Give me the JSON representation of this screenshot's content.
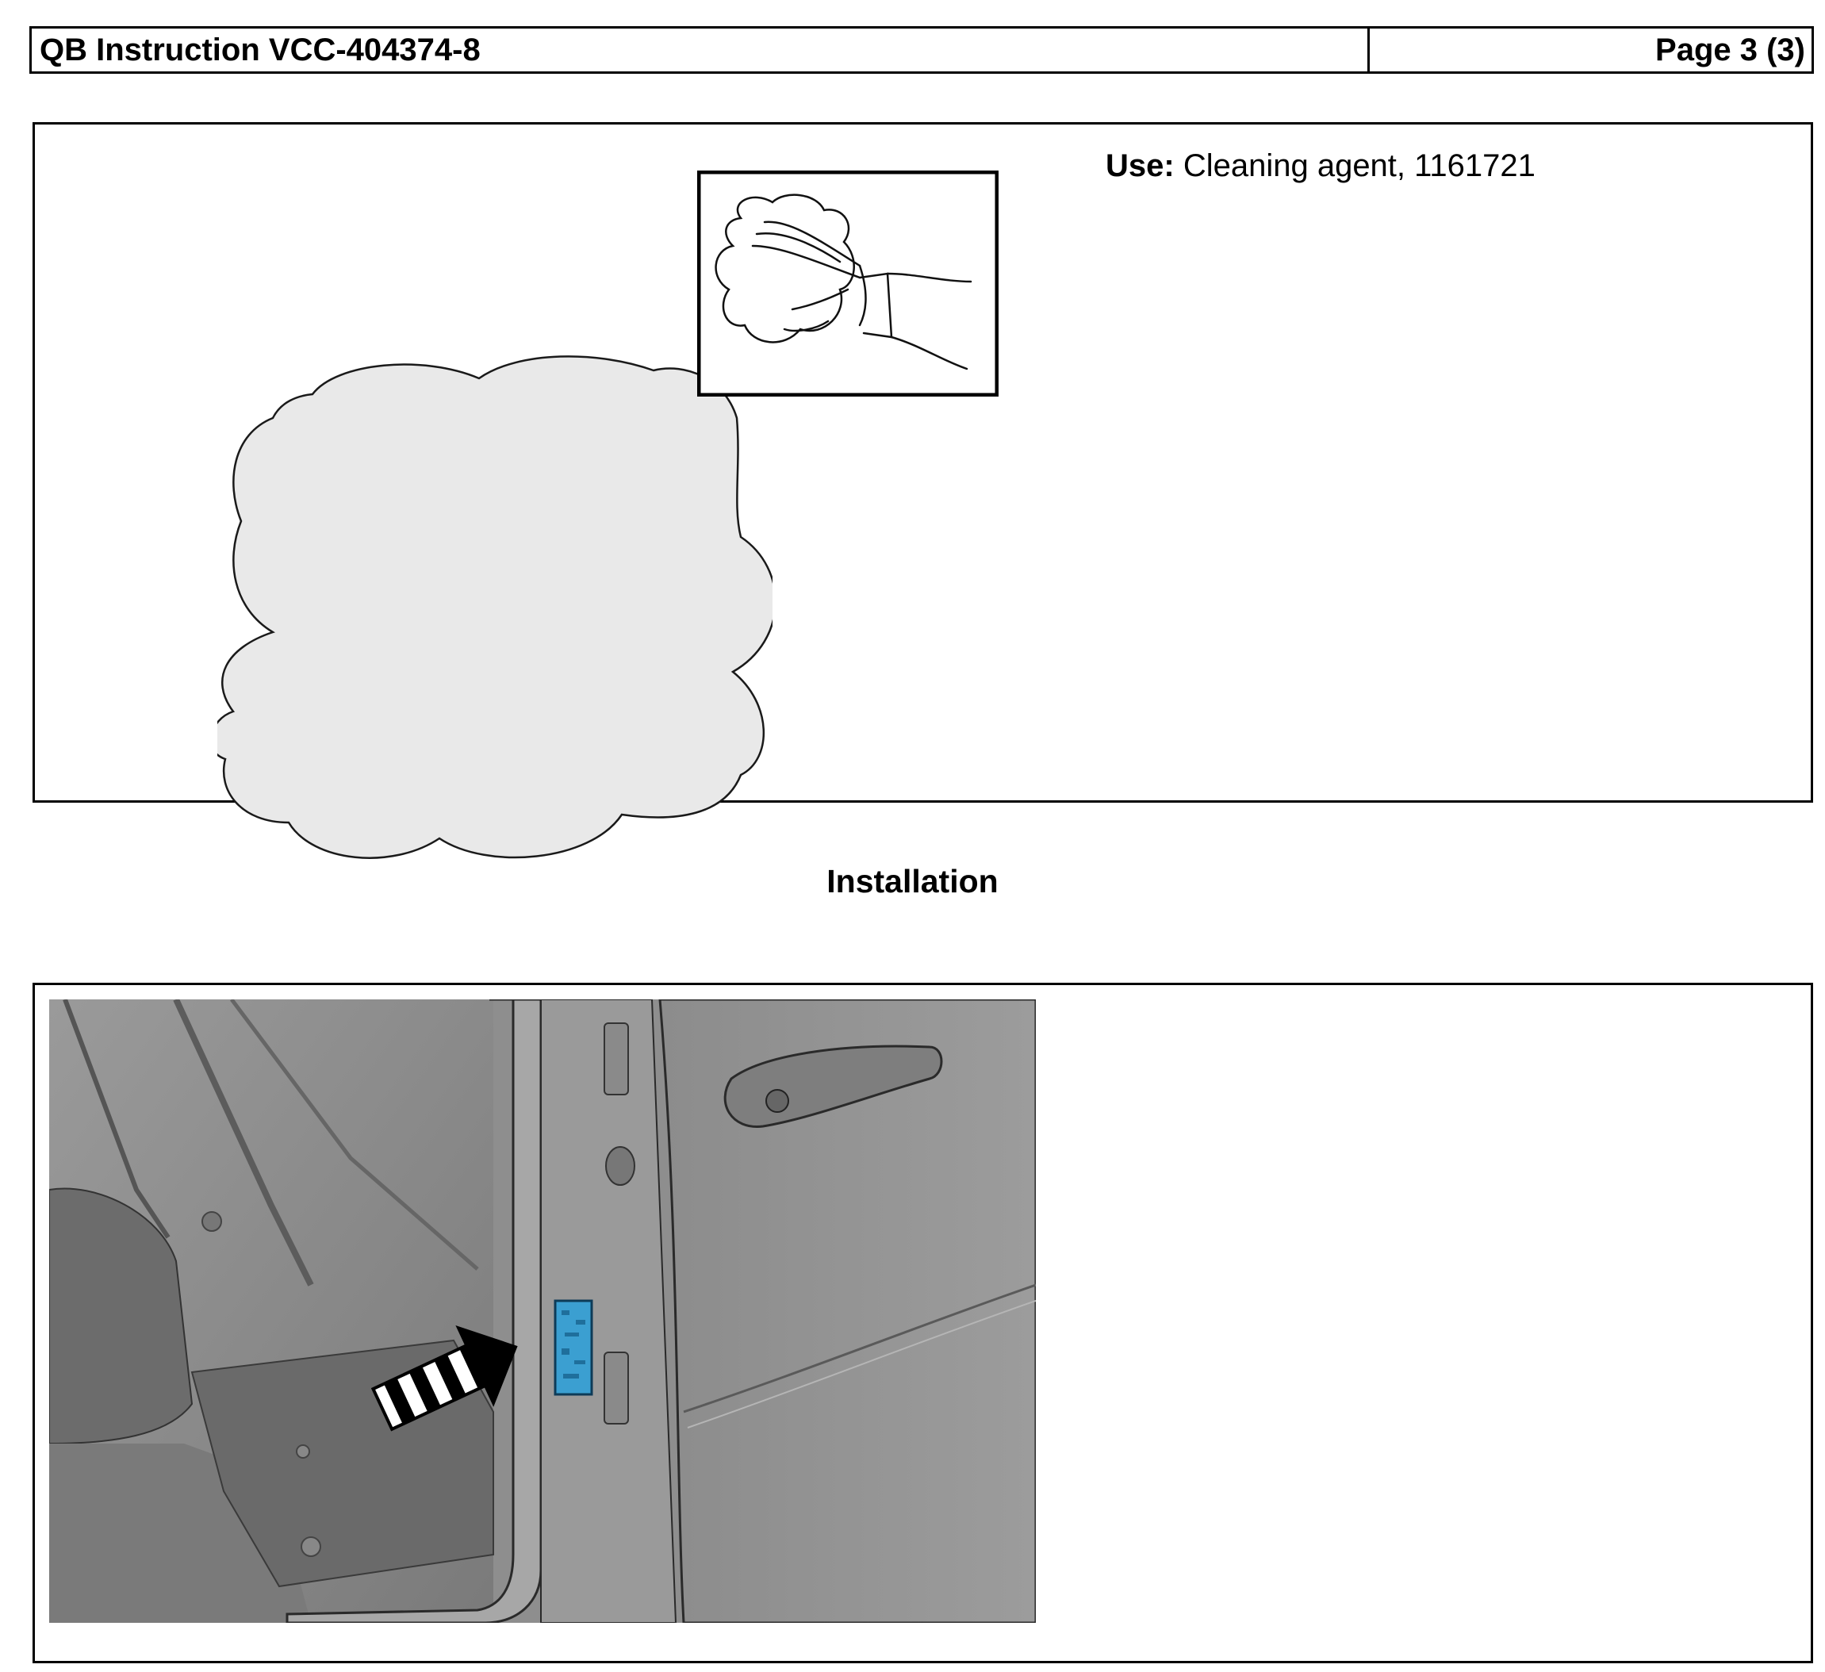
{
  "header": {
    "title": "QB Instruction VCC-404374-8",
    "page": "Page 3 (3)"
  },
  "step1": {
    "use_label": "Use:",
    "use_value": " Cleaning agent, 1161721",
    "icons": [
      "cleaning-area-cloud",
      "hand-wiping-cloth"
    ]
  },
  "section": {
    "title": "Installation"
  },
  "step2": {
    "icons": [
      "car-door-pillar",
      "striped-arrow",
      "blue-label"
    ]
  }
}
